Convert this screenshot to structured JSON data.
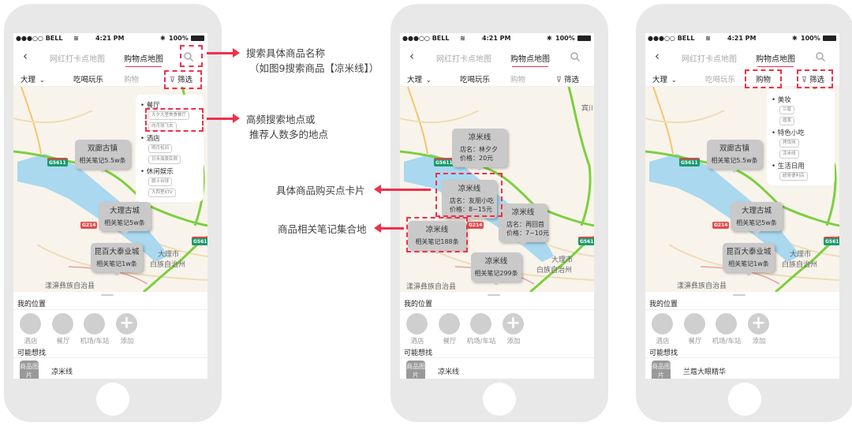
{
  "status": {
    "carrier": "●●●○○ BELL",
    "wifi_icon": "wifi-icon",
    "time": "4:21 PM",
    "bluetooth_icon": "bluetooth-icon",
    "battery": "100%"
  },
  "colors": {
    "accent": "#f0304a",
    "card": "#c9c9c9",
    "lake": "#a9d8ef",
    "highway": "#7ccf3f"
  },
  "shared": {
    "nav_tabs": [
      "网红打卡点地图",
      "购物点地图"
    ],
    "city": "大理",
    "categories": [
      "吃喝玩乐",
      "购物"
    ],
    "filter_label": "筛选",
    "sheet": {
      "my_location": "我的位置",
      "quick": [
        "酒店",
        "餐厅",
        "机场/车站",
        "添加"
      ],
      "maybe": "可能想找",
      "product_image": "商品图片"
    }
  },
  "phones": [
    {
      "active_nav": 1,
      "active_category": 0,
      "filter_panel": [
        {
          "title": "餐厅",
          "tags": [
            "大夕大里美食餐厅",
            "向月球飞去"
          ]
        },
        {
          "title": "酒店",
          "tags": [
            "明月松间",
            "日禾海景民宿"
          ]
        },
        {
          "title": "休闲娱乐",
          "tags": [
            "爵士台球",
            "大西里KTV"
          ]
        }
      ],
      "cards": [
        {
          "title": "双廊古镇",
          "sub": "相关笔记5.5w条"
        },
        {
          "title": "大理古城",
          "sub": "相关笔记5w条"
        },
        {
          "title": "昆百大泰业城",
          "sub": "相关笔记1w条"
        }
      ],
      "map_labels": [
        "大理市",
        "白族自治州",
        "漾濞彝族自治县"
      ],
      "roads": [
        "G5611",
        "G214",
        "G5611"
      ],
      "suggestion": "凉米线"
    },
    {
      "active_nav": 1,
      "active_category": 0,
      "cards": [
        {
          "title": "凉米线",
          "lines": [
            "店名：林夕夕",
            "价格：20元"
          ]
        },
        {
          "title": "凉米线",
          "lines": [
            "店名：友朋小吃",
            "价格：8~15元"
          ]
        },
        {
          "title": "凉米线",
          "sub": "相关笔记188条"
        },
        {
          "title": "凉米线",
          "lines": [
            "店名：再回首",
            "价格：7~10元"
          ]
        },
        {
          "title": "凉米线",
          "sub": "相关笔记299条"
        }
      ],
      "map_labels": [
        "大理市",
        "白族自治州",
        "漾濞彝族自治县",
        "宾川"
      ],
      "roads": [
        "G5611",
        "G214",
        "G5611"
      ],
      "suggestion": "凉米线"
    },
    {
      "active_nav": 1,
      "active_category": 1,
      "filter_panel": [
        {
          "title": "美妆",
          "tags": [
            "兰蔻",
            "眉笔"
          ]
        },
        {
          "title": "特色小吃",
          "tags": [
            "烤饵块",
            "凉米线"
          ]
        },
        {
          "title": "生活日用",
          "tags": [
            "超哥便利店"
          ]
        }
      ],
      "cards": [
        {
          "title": "双廊古镇",
          "sub": "相关笔记5.5w条"
        },
        {
          "title": "大理古城",
          "sub": "相关笔记5w条"
        },
        {
          "title": "昆百大泰业城",
          "sub": "相关笔记1w条"
        }
      ],
      "map_labels": [
        "大理市",
        "白族自治州",
        "漾濞彝族自治县"
      ],
      "roads": [
        "G5611",
        "G214",
        "G5611"
      ],
      "suggestion": "兰蔻大眼精华"
    }
  ],
  "annotations": [
    {
      "lines": [
        "搜索具体商品名称",
        "（如图9搜索商品【凉米线】）"
      ]
    },
    {
      "lines": [
        "高频搜索地点或",
        "推荐人数多的地点"
      ]
    },
    {
      "lines": [
        "具体商品购买点卡片"
      ]
    },
    {
      "lines": [
        "商品相关笔记集合地"
      ]
    }
  ]
}
